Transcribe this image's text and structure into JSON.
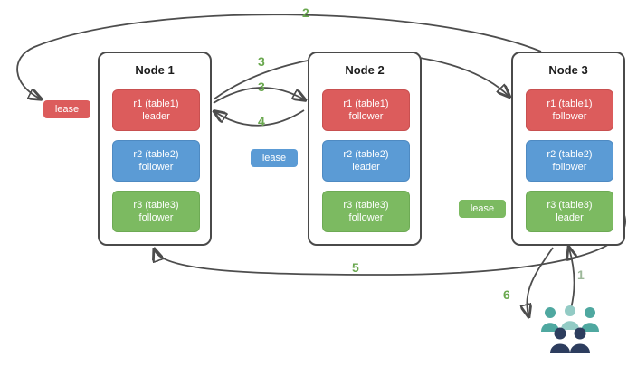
{
  "diagram": {
    "nodes": [
      {
        "title": "Node 1",
        "replicas": [
          {
            "name": "r1 (table1)",
            "role": "leader"
          },
          {
            "name": "r2 (table2)",
            "role": "follower"
          },
          {
            "name": "r3 (table3)",
            "role": "follower"
          }
        ]
      },
      {
        "title": "Node 2",
        "replicas": [
          {
            "name": "r1 (table1)",
            "role": "follower"
          },
          {
            "name": "r2 (table2)",
            "role": "leader"
          },
          {
            "name": "r3 (table3)",
            "role": "follower"
          }
        ]
      },
      {
        "title": "Node 3",
        "replicas": [
          {
            "name": "r1 (table1)",
            "role": "follower"
          },
          {
            "name": "r2 (table2)",
            "role": "follower"
          },
          {
            "name": "r3 (table3)",
            "role": "leader"
          }
        ]
      }
    ],
    "leases": [
      {
        "label": "lease",
        "color": "#dc5c5c"
      },
      {
        "label": "lease",
        "color": "#5b9bd5"
      },
      {
        "label": "lease",
        "color": "#7cba61"
      }
    ],
    "steps": {
      "s1": "1",
      "s2": "2",
      "s3a": "3",
      "s3b": "3",
      "s4": "4",
      "s5": "5",
      "s6": "6"
    },
    "colors": {
      "replica_red": "#dc5c5c",
      "replica_blue": "#5b9bd5",
      "replica_green": "#7cba61",
      "arrow": "#4d4d4d",
      "step_green": "#6aa84f",
      "step_muted": "#9db89a",
      "users_teal": "#4fa8a0",
      "users_light_teal": "#93cbc5",
      "users_navy": "#2d3d5e"
    }
  }
}
